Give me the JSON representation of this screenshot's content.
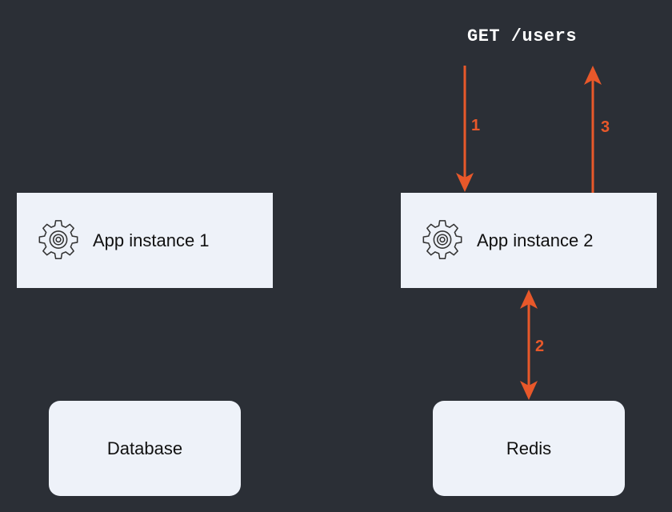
{
  "request": {
    "label": "GET /users"
  },
  "nodes": {
    "app1": {
      "label": "App instance 1",
      "icon": "gear-icon"
    },
    "app2": {
      "label": "App instance 2",
      "icon": "gear-icon"
    },
    "database": {
      "label": "Database"
    },
    "redis": {
      "label": "Redis"
    }
  },
  "steps": {
    "step1": "1",
    "step2": "2",
    "step3": "3"
  },
  "colors": {
    "background": "#2b2f36",
    "node_fill": "#eef2f9",
    "arrow": "#e8582a"
  }
}
